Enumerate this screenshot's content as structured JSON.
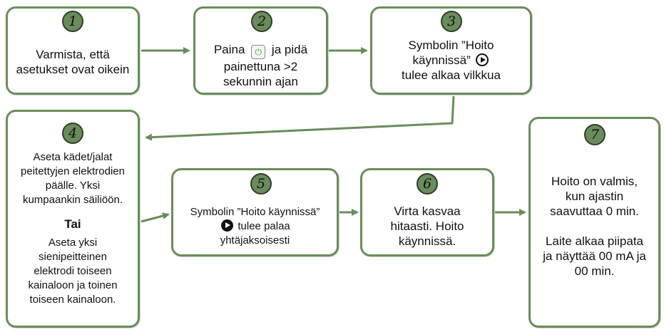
{
  "steps": [
    {
      "number": "1",
      "lines": [
        "Varmista, että",
        "asetukset ovat oikein"
      ]
    },
    {
      "number": "2",
      "line1_before": "Paina",
      "line1_after": "ja pidä",
      "line2": "painettuna >2",
      "line3": "sekunnin ajan",
      "icon": "power-icon"
    },
    {
      "number": "3",
      "line1": "Symbolin ”Hoito",
      "line2": "käynnissä”",
      "line3": "tulee alkaa vilkkua",
      "icon": "play-icon"
    },
    {
      "number": "4",
      "lines_a": [
        "Aseta kädet/jalat",
        "peitettyjen elektrodien",
        "päälle. Yksi",
        "kumpaankin säiliöön."
      ],
      "or_label": "Tai",
      "lines_b": [
        "Aseta yksi",
        "sienipeitteinen",
        "elektrodi toiseen",
        "kainaloon ja toinen",
        "toiseen kainaloon."
      ]
    },
    {
      "number": "5",
      "line1": "Symbolin ”Hoito käynnissä”",
      "line2": "tulee palaa",
      "line3": "yhtäjaksoisesti",
      "icon": "play-icon"
    },
    {
      "number": "6",
      "lines": [
        "Virta kasvaa",
        "hitaasti. Hoito",
        "käynnissä."
      ]
    },
    {
      "number": "7",
      "lines_a": [
        "Hoito on valmis,",
        "kun ajastin",
        "saavuttaa 0 min."
      ],
      "lines_b": [
        "Laite alkaa piipata",
        "ja näyttää 00 mA ja",
        "00 min."
      ]
    }
  ],
  "colors": {
    "box_border": "#6a8c5c",
    "badge_fill": "#6a8c5c",
    "arrow": "#6a8c5c"
  }
}
